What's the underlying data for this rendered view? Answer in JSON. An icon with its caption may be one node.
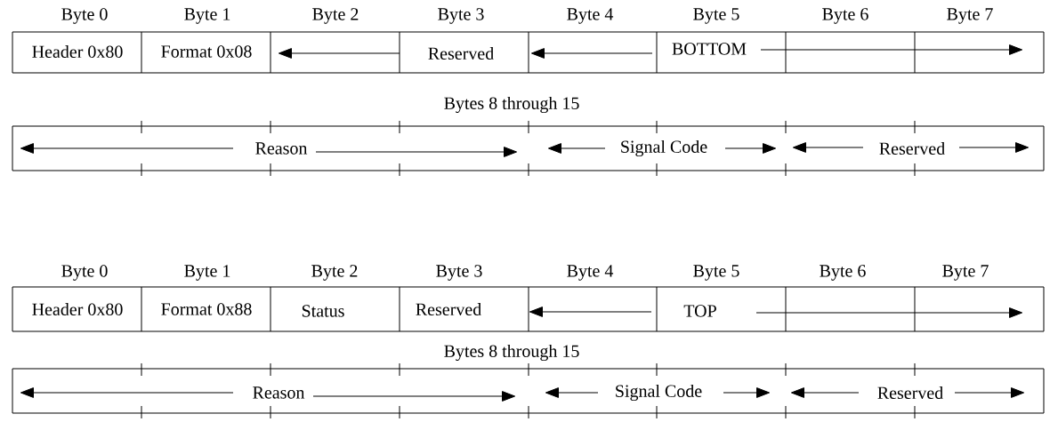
{
  "diagram": {
    "nodes": [
      {
        "text": [
          "Header 0x80"
        ]
      },
      {
        "text": [
          "Format 0x08"
        ]
      },
      {
        "text": [
          "Reserved"
        ]
      },
      {
        "text": [
          "BOTTOM"
        ]
      },
      {
        "text": [
          "Reason"
        ]
      },
      {
        "text": [
          "Signal Code"
        ]
      },
      {
        "text": [
          "Reserved"
        ]
      },
      {
        "text": [
          "Header 0x80"
        ]
      },
      {
        "text": [
          "Format 0x88"
        ]
      },
      {
        "text": [
          "Status"
        ]
      },
      {
        "text": [
          "Reserved"
        ]
      },
      {
        "text": [
          "TOP"
        ]
      },
      {
        "text": [
          "Reason"
        ]
      },
      {
        "text": [
          "Signal Code"
        ]
      },
      {
        "text": [
          "Reserved"
        ]
      }
    ],
    "labels": [
      "Byte 0",
      "Byte 1",
      "Byte 2",
      "Byte 3",
      "Byte 4",
      "Byte 5",
      "Byte 6",
      "Byte 7",
      "Bytes 8 through 15",
      "Byte 0",
      "Byte 1",
      "Byte 2",
      "Byte 3",
      "Byte 4",
      "Byte 5",
      "Byte 6",
      "Byte 7",
      "Bytes 8 through 15"
    ]
  }
}
